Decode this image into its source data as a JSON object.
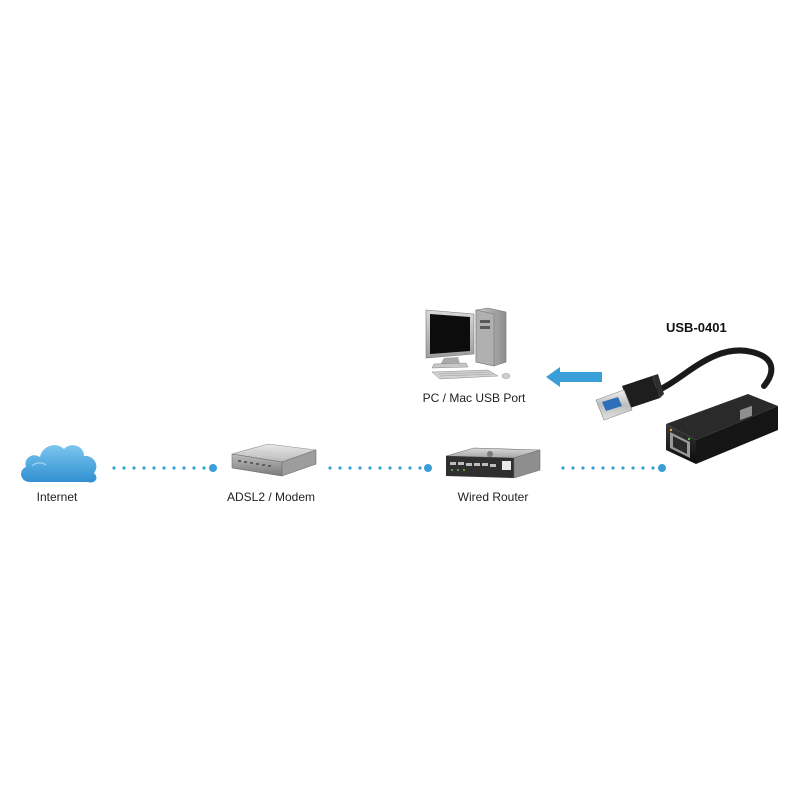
{
  "product": {
    "model": "USB-0401"
  },
  "nodes": {
    "internet": {
      "label": "Internet",
      "icon": "cloud-icon"
    },
    "modem": {
      "label": "ADSL2 / Modem",
      "icon": "modem-icon"
    },
    "router": {
      "label": "Wired Router",
      "icon": "router-icon"
    },
    "pc": {
      "label": "PC / Mac USB Port",
      "icon": "desktop-computer-icon"
    },
    "adapter": {
      "icon": "usb-ethernet-adapter-icon"
    }
  },
  "colors": {
    "connector_dots": "#3a9fd6",
    "arrow": "#3a9fd6",
    "cloud": "#4aa8e0"
  }
}
